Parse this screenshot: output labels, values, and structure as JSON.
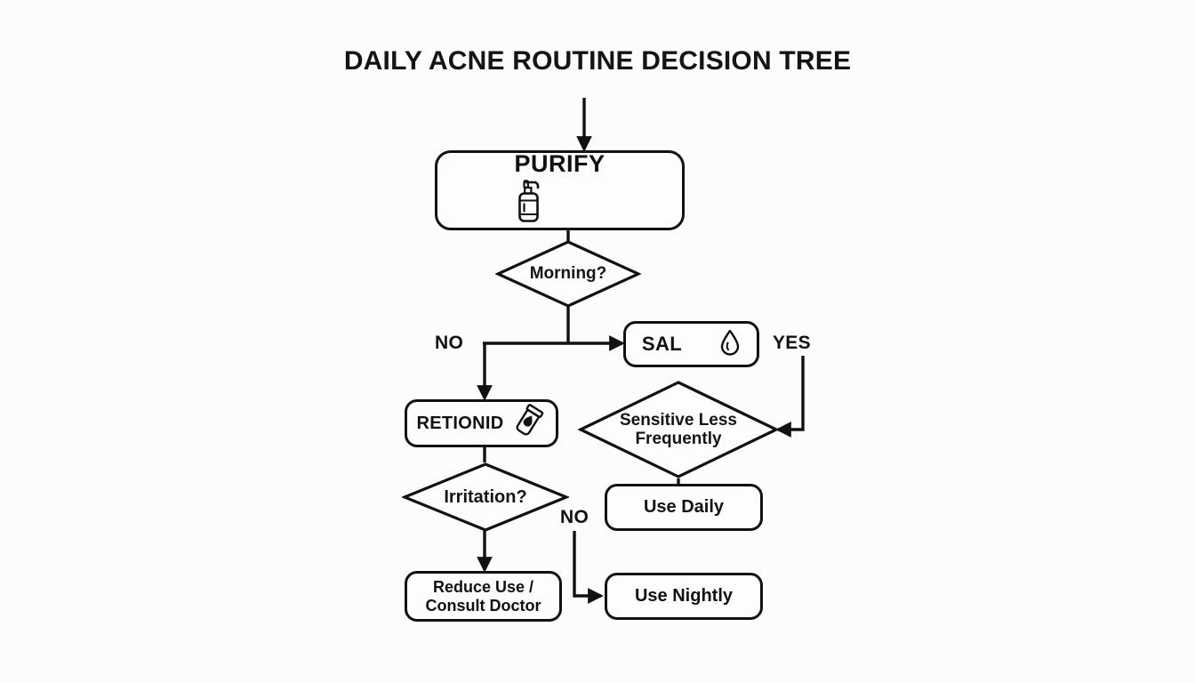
{
  "page": {
    "title": "DAILY ACNE ROUTINE DECISION TREE",
    "background_color": "#fcfcfb",
    "stroke_color": "#111111",
    "text_color": "#121212"
  },
  "nodes": {
    "purify": {
      "label": "PURIFY",
      "icon": "pump-bottle-icon",
      "shape": "double-rounded-rect"
    },
    "morning": {
      "label": "Morning?",
      "shape": "diamond"
    },
    "sal": {
      "label": "SAL",
      "icon": "water-droplet-icon",
      "shape": "rounded-rect"
    },
    "retionid": {
      "label": "RETIONID",
      "icon": "cream-tube-icon",
      "shape": "rounded-rect"
    },
    "sensitive": {
      "label": "Sensitive Less\nFrequently",
      "shape": "diamond"
    },
    "irritation": {
      "label": "Irritation?",
      "shape": "diamond"
    },
    "use_daily": {
      "label": "Use Daily",
      "shape": "rounded-rect"
    },
    "use_nightly": {
      "label": "Use Nightly",
      "shape": "rounded-rect"
    },
    "reduce": {
      "label": "Reduce Use /\nConsult Doctor",
      "shape": "rounded-rect"
    }
  },
  "edge_labels": {
    "morning_no": "NO",
    "morning_yes": "YES",
    "irritation_no": "NO"
  },
  "flow": [
    {
      "from": "start",
      "to": "purify",
      "label": ""
    },
    {
      "from": "purify",
      "to": "morning",
      "label": ""
    },
    {
      "from": "morning",
      "to": "sal",
      "label": "YES"
    },
    {
      "from": "morning",
      "to": "retionid",
      "label": "NO"
    },
    {
      "from": "sal",
      "to": "sensitive",
      "label": "YES"
    },
    {
      "from": "sensitive",
      "to": "use_daily",
      "label": ""
    },
    {
      "from": "retionid",
      "to": "irritation",
      "label": ""
    },
    {
      "from": "irritation",
      "to": "reduce",
      "label": ""
    },
    {
      "from": "irritation",
      "to": "use_nightly",
      "label": "NO"
    }
  ]
}
